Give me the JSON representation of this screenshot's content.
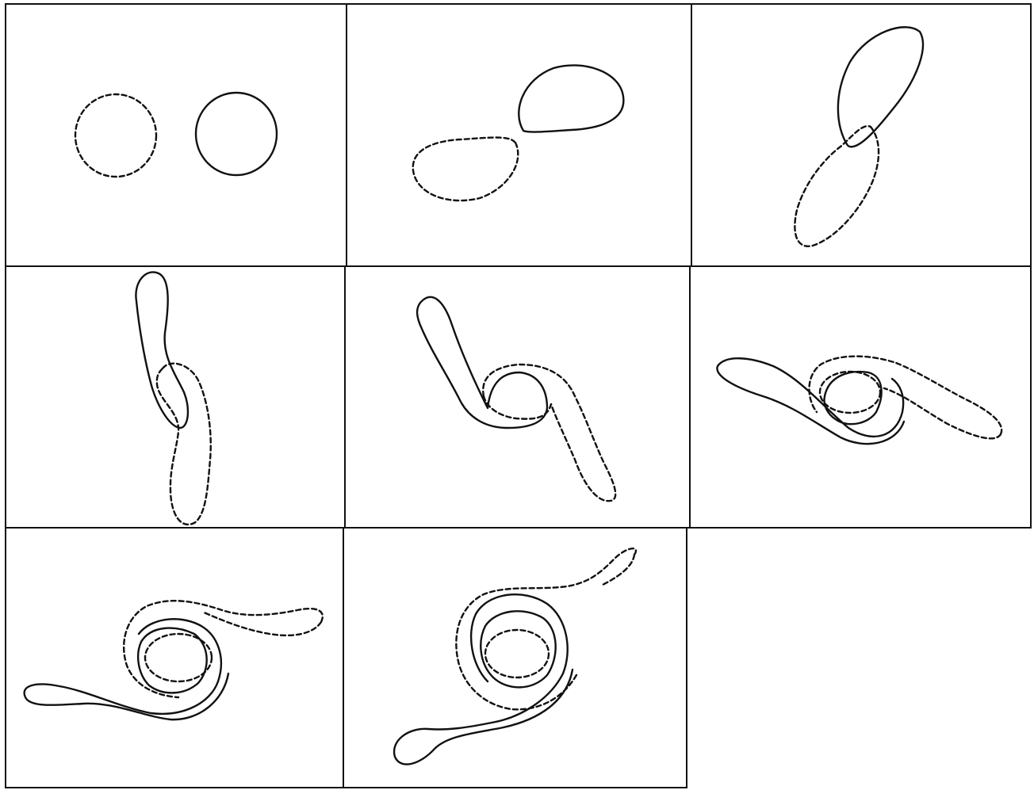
{
  "figure": {
    "panel_count": 8,
    "grid_rows": 3,
    "grid_columns": 3,
    "empty_cells": 1,
    "line_styles": [
      "solid",
      "dashed"
    ],
    "colors": {
      "ink": "#111111",
      "background": "#ffffff"
    }
  }
}
